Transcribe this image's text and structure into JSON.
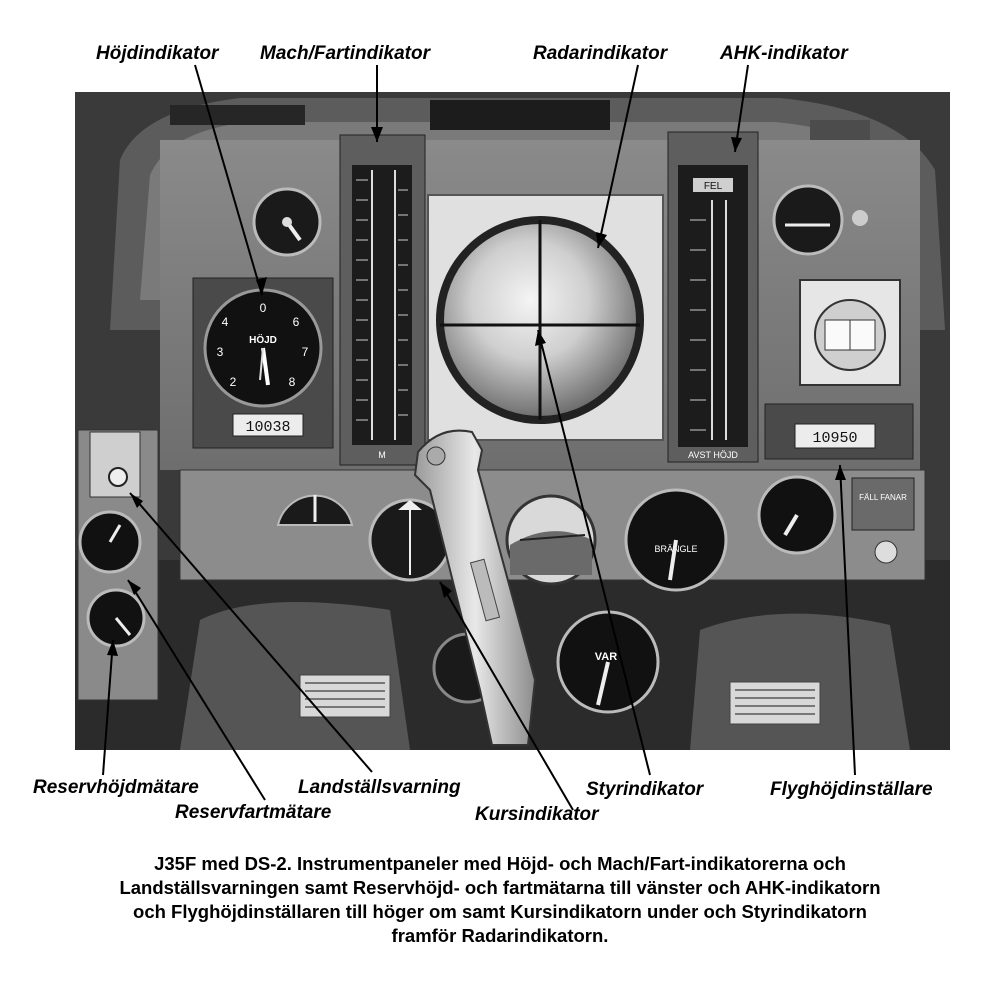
{
  "labels": {
    "hojd": "Höjdindikator",
    "mach": "Mach/Fartindikator",
    "radar": "Radarindikator",
    "ahk": "AHK-indikator",
    "reservhojd": "Reservhöjdmätare",
    "reservfart": "Reservfartmätare",
    "landstall": "Landställsvarning",
    "kurs": "Kursindikator",
    "styr": "Styrindikator",
    "flyghojd": "Flyghöjdinställare"
  },
  "panel_text": {
    "hojd_dial": "HÖJD",
    "hojd_counter": "10038",
    "ahk_counter": "10950",
    "ahk_top": "FEL",
    "ahk_bottom": "AVST HÖJD",
    "mach_bottom": "M",
    "var_dial": "VAR",
    "fall_fanar": "FÄLL FANAR",
    "brangle": "BRÄNGLE"
  },
  "caption": [
    "J35F med DS-2. Instrumentpaneler med Höjd- och Mach/Fart-indikatorerna och",
    "Landställsvarningen samt Reservhöjd- och fartmätarna till vänster och AHK-indikatorn",
    "och Flyghöjdinställaren till höger om samt Kursindikatorn under och Styrindikatorn",
    "framför Radarindikatorn."
  ]
}
